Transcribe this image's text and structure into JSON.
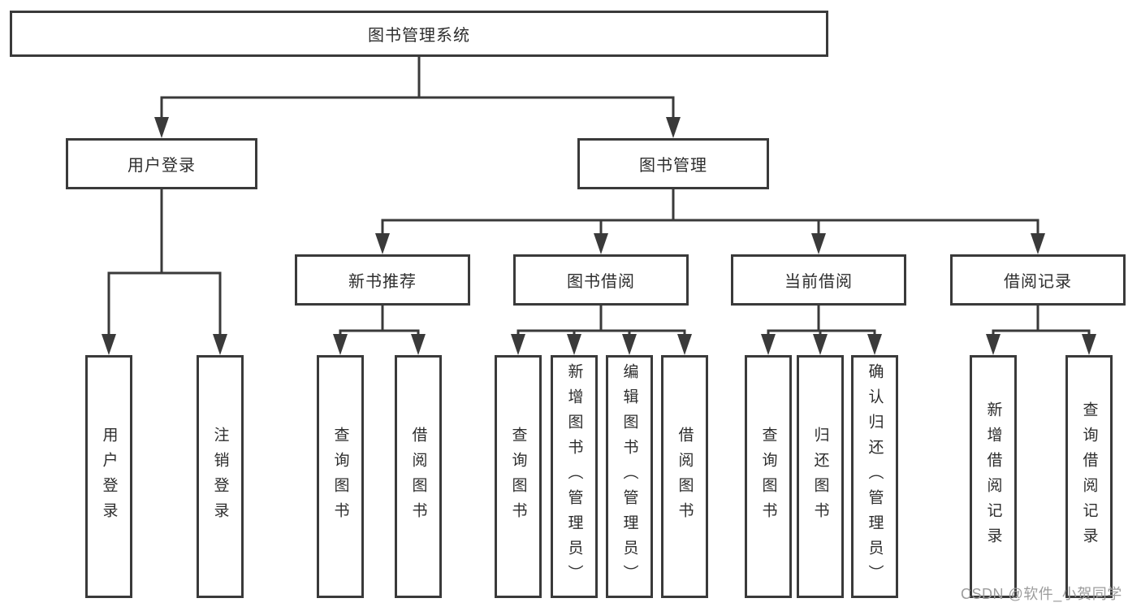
{
  "colors": {
    "line": "#3a3a3a",
    "border": "#3a3a3a",
    "text": "#2d2d2d",
    "watermark_gray": "#9c9c9c",
    "background": "#ffffff"
  },
  "watermark": "CSDN @软件_小贺同学",
  "tree": {
    "label": "图书管理系统",
    "children": [
      {
        "label": "用户登录",
        "children": [
          {
            "label": "用户登录"
          },
          {
            "label": "注销登录"
          }
        ]
      },
      {
        "label": "图书管理",
        "children": [
          {
            "label": "新书推荐",
            "children": [
              {
                "label": "查询图书"
              },
              {
                "label": "借阅图书"
              }
            ]
          },
          {
            "label": "图书借阅",
            "children": [
              {
                "label": "查询图书"
              },
              {
                "label": "新增图书（管理员）"
              },
              {
                "label": "编辑图书（管理员）"
              },
              {
                "label": "借阅图书"
              }
            ]
          },
          {
            "label": "当前借阅",
            "children": [
              {
                "label": "查询图书"
              },
              {
                "label": "归还图书"
              },
              {
                "label": "确认归还（管理员）"
              }
            ]
          },
          {
            "label": "借阅记录",
            "children": [
              {
                "label": "新增借阅记录"
              },
              {
                "label": "查询借阅记录"
              }
            ]
          }
        ]
      }
    ]
  }
}
